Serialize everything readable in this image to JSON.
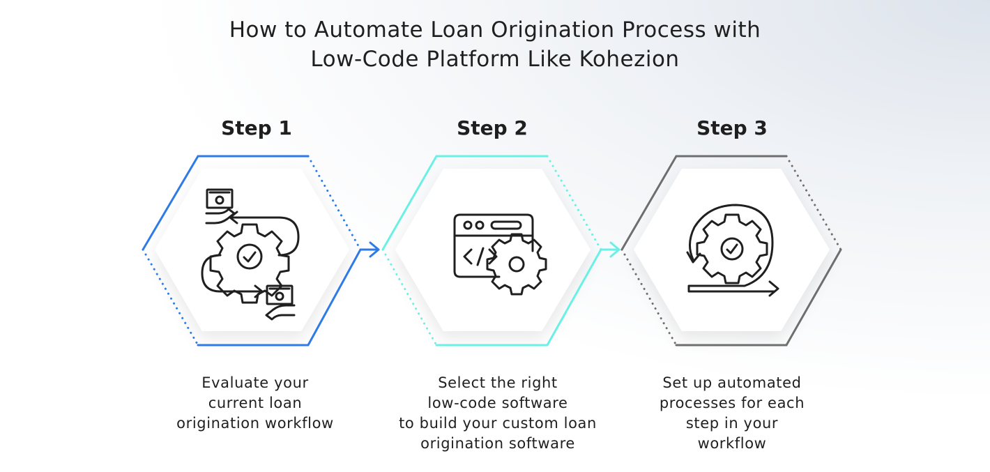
{
  "title": {
    "line1": "How to Automate Loan Origination Process with",
    "line2": "Low-Code Platform Like Kohezion"
  },
  "colors": {
    "step1": "#2e7ae6",
    "step2": "#6af0e4",
    "step3": "#6e6e6e",
    "icon": "#1f1f1f"
  },
  "steps": [
    {
      "label": "Step 1",
      "icon": "money-gear-cycle-icon",
      "desc": [
        "Evaluate your",
        "current loan",
        "origination workflow"
      ]
    },
    {
      "label": "Step 2",
      "icon": "code-window-gear-icon",
      "desc": [
        "Select the right",
        "low-code software",
        "to build your custom loan",
        "origination software"
      ]
    },
    {
      "label": "Step 3",
      "icon": "automation-cycle-gear-icon",
      "desc": [
        "Set up automated",
        "processes for each",
        "step in your",
        "workflow"
      ]
    }
  ]
}
